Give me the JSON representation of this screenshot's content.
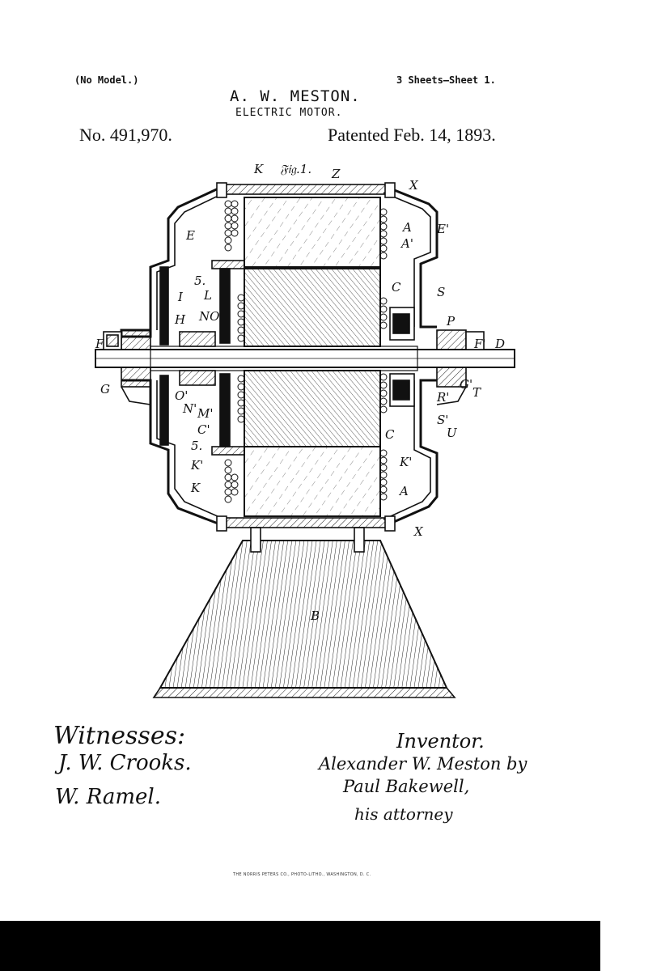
{
  "header": {
    "model_note": "(No Model.)",
    "sheets": "3 Sheets—Sheet 1.",
    "inventor_name": "A. W. MESTON.",
    "invention_title": "ELECTRIC MOTOR.",
    "patent_number": "No. 491,970.",
    "patent_date": "Patented Feb. 14, 1893."
  },
  "figure": {
    "title": "Fig. 1.",
    "labels": [
      "K",
      "Z",
      "X",
      "E",
      "E'",
      "A",
      "A'",
      "I",
      "L",
      "H",
      "N",
      "O",
      "5.",
      "C",
      "S",
      "P",
      "F",
      "F'",
      "D",
      "G",
      "G'",
      "T",
      "R'",
      "O'",
      "N'",
      "M'",
      "C'",
      "S'",
      "U",
      "K'",
      "X",
      "B"
    ]
  },
  "witnesses": {
    "heading": "Witnesses:",
    "names": [
      "J. W. Crooks.",
      "W. Ramel."
    ]
  },
  "inventor_block": {
    "heading": "Inventor.",
    "lines": [
      "Alexander W. Meston by",
      "Paul Bakewell,",
      "his attorney"
    ]
  },
  "printer_credit": "THE NORRIS PETERS CO., PHOTO-LITHO., WASHINGTON, D. C."
}
